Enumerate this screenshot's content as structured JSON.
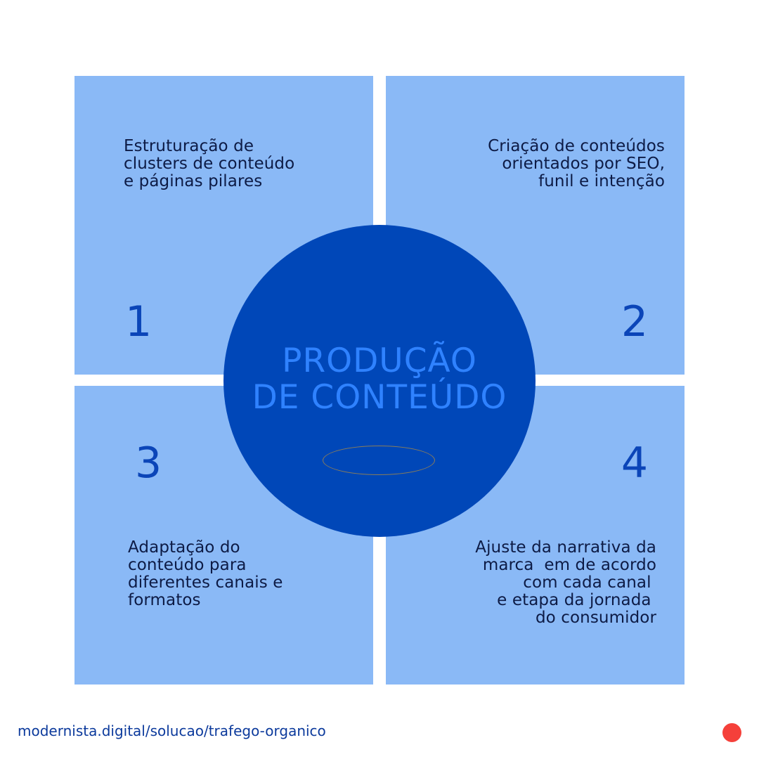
{
  "quadrants": [
    {
      "number": "1",
      "text": "Estruturação de\nclusters de conteúdo\ne páginas pilares"
    },
    {
      "number": "2",
      "text": "Criação de conteúdos\norientados por SEO,\nfunil e intenção"
    },
    {
      "number": "3",
      "text": "Adaptação do\nconteúdo para\ndiferentes canais e\nformatos"
    },
    {
      "number": "4",
      "text": "Ajuste da narrativa da\nmarca  em de acordo\ncom cada canal \ne etapa da jornada \ndo consumidor"
    }
  ],
  "center": {
    "title": "PRODUÇÃO\nDE CONTEÚDO"
  },
  "footer": {
    "url": "modernista.digital/solucao/trafego-organico"
  },
  "colors": {
    "quadrant_bg": "#8ab9f6",
    "circle_bg": "#0047b8",
    "title_text": "#2f82ff",
    "number_text": "#0b45b8",
    "body_text": "#0d1b45",
    "footer_text": "#0c3a9c",
    "accent_dot": "#f5403a"
  }
}
